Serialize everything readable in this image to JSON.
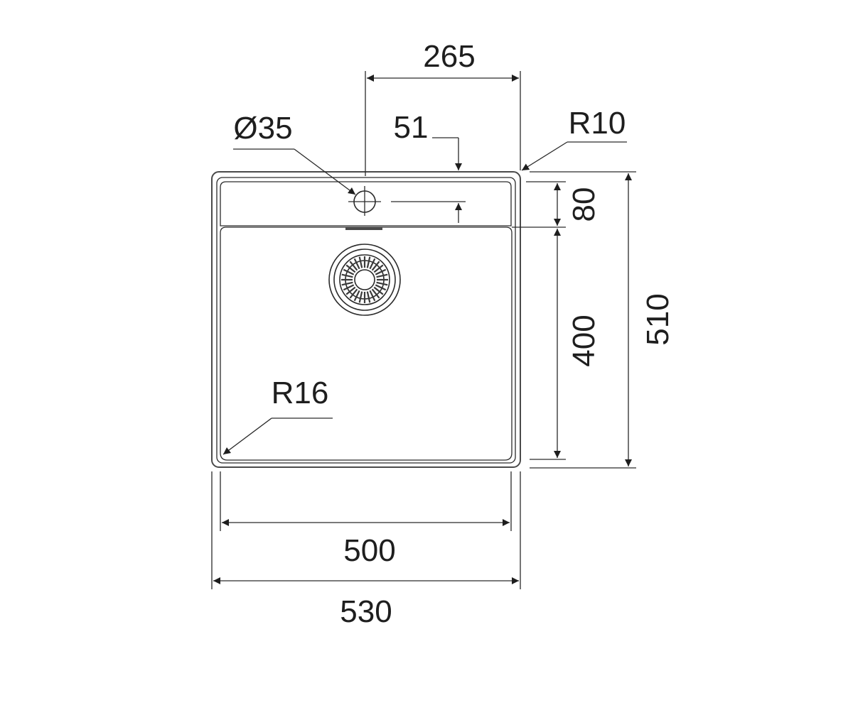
{
  "labels": {
    "tap_hole_diameter": "Ø35",
    "tap_hole_center_offset": "265",
    "tap_hole_deck_distance": "51",
    "outer_corner_radius": "R10",
    "deck_depth": "80",
    "bowl_depth": "400",
    "overall_depth": "510",
    "bowl_corner_radius": "R16",
    "bowl_width": "500",
    "overall_width": "530"
  },
  "colors": {
    "line": "#2a2a2a",
    "text": "#1e1e1e",
    "outline": "#4a4a4a"
  }
}
